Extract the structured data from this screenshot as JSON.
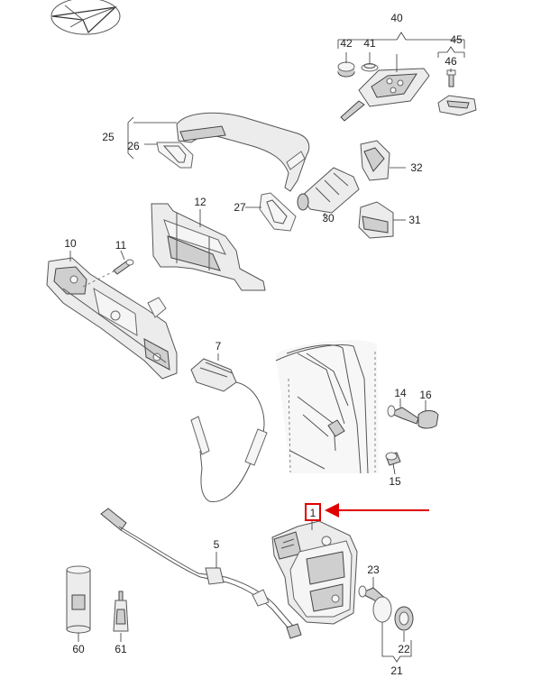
{
  "callouts": {
    "c1": "1",
    "c5": "5",
    "c7": "7",
    "c10": "10",
    "c11": "11",
    "c12": "12",
    "c14": "14",
    "c15": "15",
    "c16": "16",
    "c21": "21",
    "c22": "22",
    "c23": "23",
    "c25": "25",
    "c26": "26",
    "c27": "27",
    "c30": "30",
    "c31": "31",
    "c32": "32",
    "c40": "40",
    "c41": "41",
    "c42": "42",
    "c45": "45",
    "c46": "46",
    "c60": "60",
    "c61": "61"
  },
  "highlight": {
    "target": "1",
    "color": "#e00000"
  },
  "colors": {
    "line": "#555555",
    "part_fill": "#ececec",
    "accent": "#e00000"
  },
  "icons": {
    "corner_logo": "folded-paper-plane-icon"
  }
}
